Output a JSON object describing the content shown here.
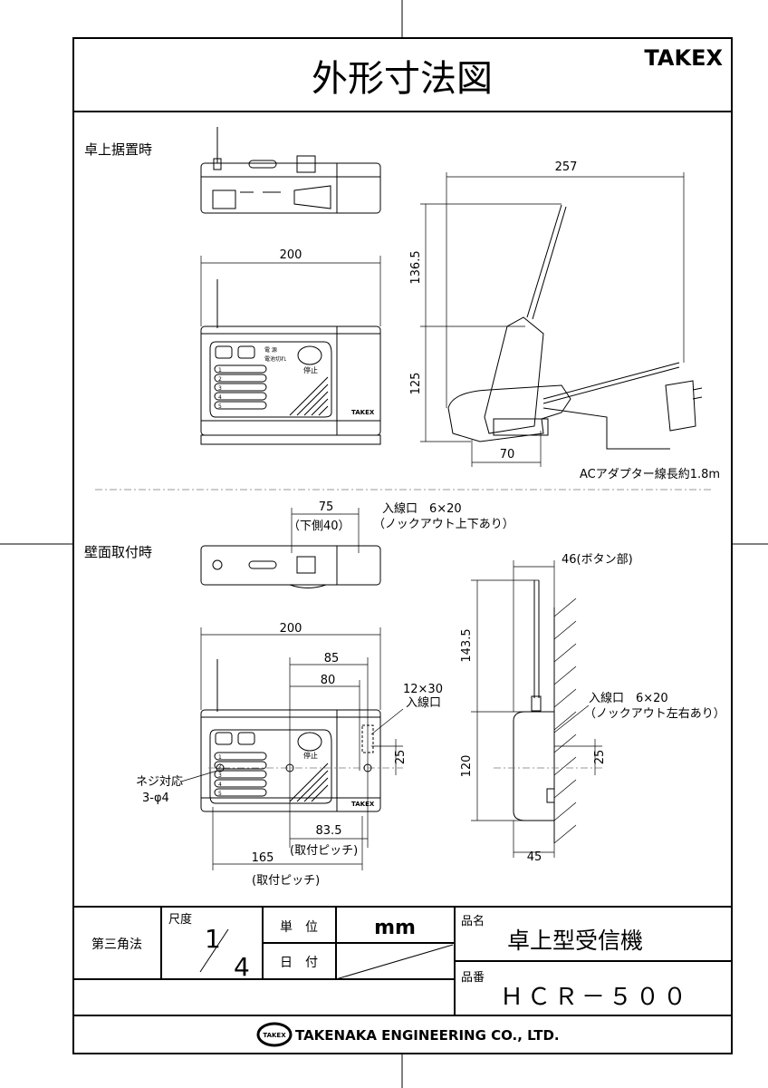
{
  "header": {
    "title": "外形寸法図",
    "brand": "TAKEX"
  },
  "views": {
    "desktop": {
      "label": "卓上据置時",
      "width_dim": "200",
      "depth_dim": "257",
      "antenna_dim": "136.5",
      "height_dim": "125",
      "base_dim": "70",
      "adapter_note": "ACアダプター線長約1.8m"
    },
    "wall": {
      "label": "壁面取付時",
      "top_dim": "75",
      "top_dim_note": "（下側40）",
      "inlet_top": "入線口　6×20",
      "inlet_top_note": "（ノックアウト上下あり）",
      "width_dim": "200",
      "dim_85": "85",
      "dim_80": "80",
      "inlet_front_size": "12×30",
      "inlet_front": "入線口",
      "dim_25": "25",
      "screw_label": "ネジ対応",
      "screw_spec": "3-φ4",
      "pitch_83": "83.5",
      "pitch_83_note": "(取付ピッチ)",
      "pitch_165": "165",
      "pitch_165_note": "(取付ピッチ)",
      "button_dim": "46(ボタン部)",
      "antenna_dim": "143.5",
      "height_dim": "120",
      "side_25": "25",
      "depth_dim": "45",
      "inlet_side": "入線口　6×20",
      "inlet_side_note": "（ノックアウト左右あり）"
    },
    "panel": {
      "stop": "停止",
      "power": "電 源",
      "alarm": "電池切れ",
      "channels": [
        "1",
        "2",
        "3",
        "4",
        "5"
      ],
      "brand": "TAKEX"
    }
  },
  "title_block": {
    "projection": "第三角法",
    "scale_label": "尺度",
    "scale_num": "1",
    "scale_den": "4",
    "unit_label": "単　位",
    "unit_value": "mm",
    "date_label": "日　付",
    "product_name_label": "品名",
    "product_name": "卓上型受信機",
    "product_no_label": "品番",
    "product_no": "ＨＣＲ－５００",
    "company_logo": "TAKEX",
    "company": "TAKENAKA ENGINEERING CO., LTD."
  }
}
